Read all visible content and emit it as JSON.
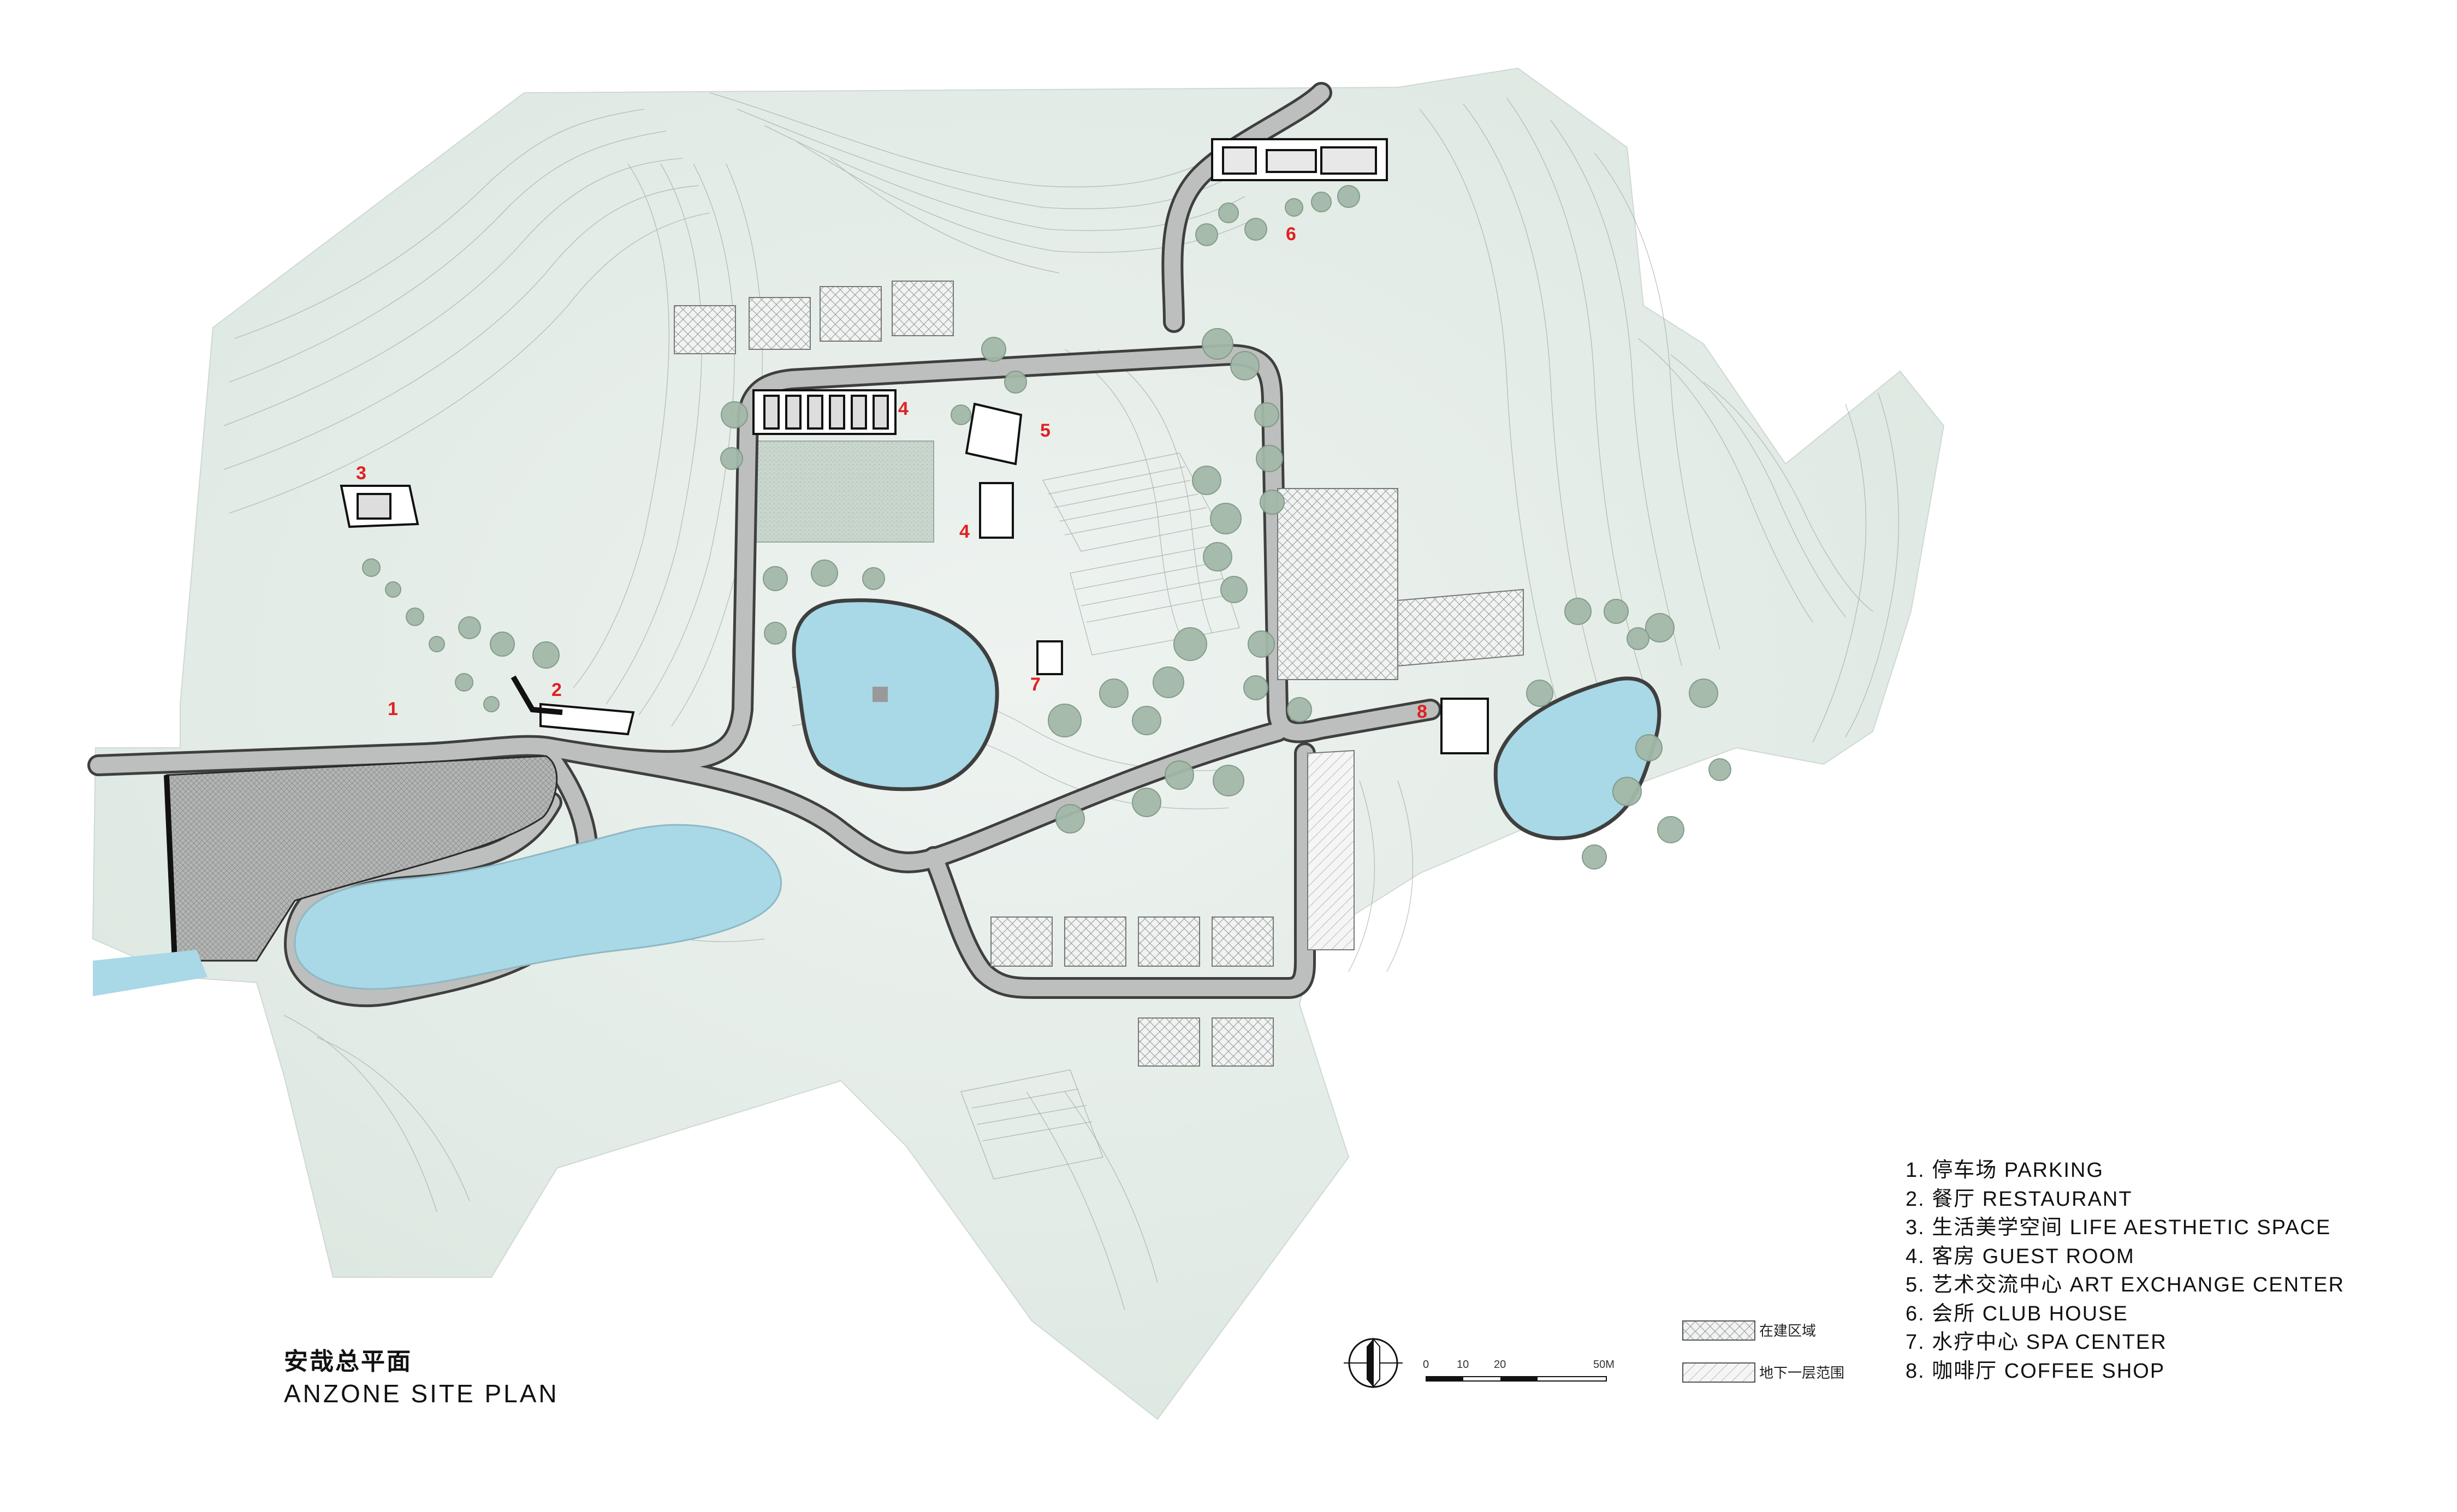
{
  "title": {
    "cn": "安哉总平面",
    "en": "ANZONE SITE PLAN"
  },
  "map_labels": [
    "1",
    "2",
    "3",
    "4",
    "4",
    "5",
    "6",
    "7",
    "8"
  ],
  "legend": [
    "1. 停车场 PARKING",
    "2. 餐厅 RESTAURANT",
    "3. 生活美学空间 LIFE AESTHETIC SPACE",
    "4. 客房 GUEST ROOM",
    "5. 艺术交流中心 ART EXCHANGE CENTER",
    "6. 会所 CLUB HOUSE",
    "7. 水疗中心 SPA CENTER",
    "8. 咖啡厅 COFFEE SHOP"
  ],
  "hatch_key": {
    "under_construction": "在建区域",
    "basement_extent": "地下一层范围"
  },
  "scale_bar": {
    "ticks": [
      "0",
      "10",
      "20",
      "50M"
    ]
  },
  "icons": {
    "north": "north-arrow-icon"
  },
  "colors": {
    "terrain": "#e3ece6",
    "road": "#b9bcbb",
    "road_edge": "#3f3f3f",
    "water": "#a9d8e6",
    "label_red": "#e02020",
    "tree": "#a3b9a8"
  }
}
